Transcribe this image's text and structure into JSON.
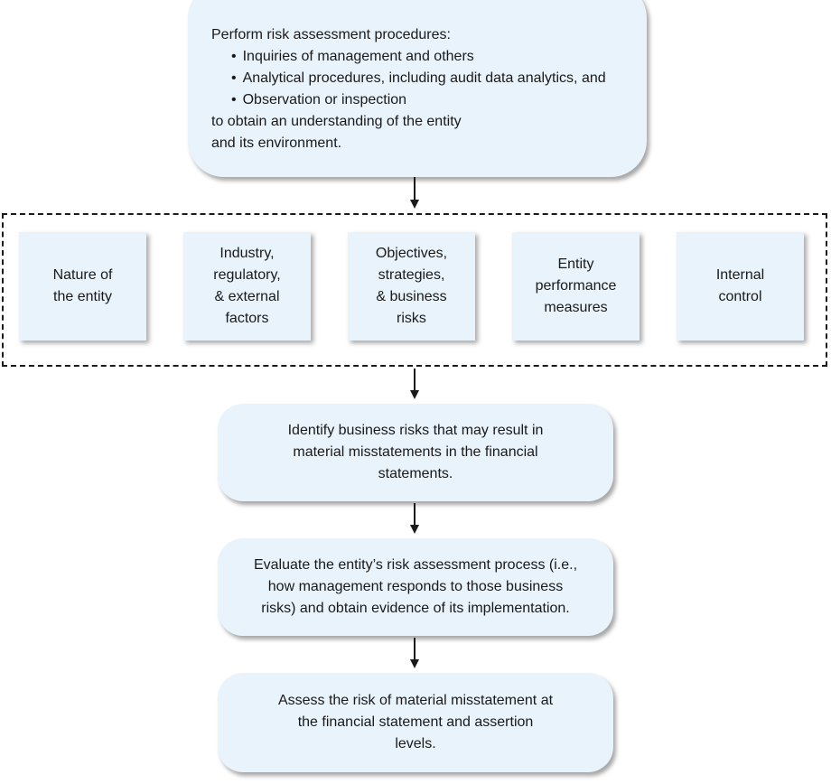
{
  "procedures": {
    "heading": "Perform risk assessment procedures:",
    "items": [
      "Inquiries of management and others",
      "Analytical procedures, including audit data analytics, and",
      "Observation or inspection"
    ],
    "closing_line_1": "to obtain an understanding of the entity",
    "closing_line_2": "and its environment."
  },
  "factors": [
    "Nature of\nthe entity",
    "Industry,\nregulatory,\n& external\nfactors",
    "Objectives,\nstrategies,\n& business\nrisks",
    "Entity\nperformance\nmeasures",
    "Internal\ncontrol"
  ],
  "steps": [
    "Identify business risks that may result in\nmaterial misstatements in the financial\nstatements.",
    "Evaluate the entity’s risk assessment process (i.e.,\nhow management responds to those business\nrisks) and obtain evidence of its implementation.",
    "Assess the risk of material misstatement at\nthe financial statement and assertion\nlevels."
  ]
}
